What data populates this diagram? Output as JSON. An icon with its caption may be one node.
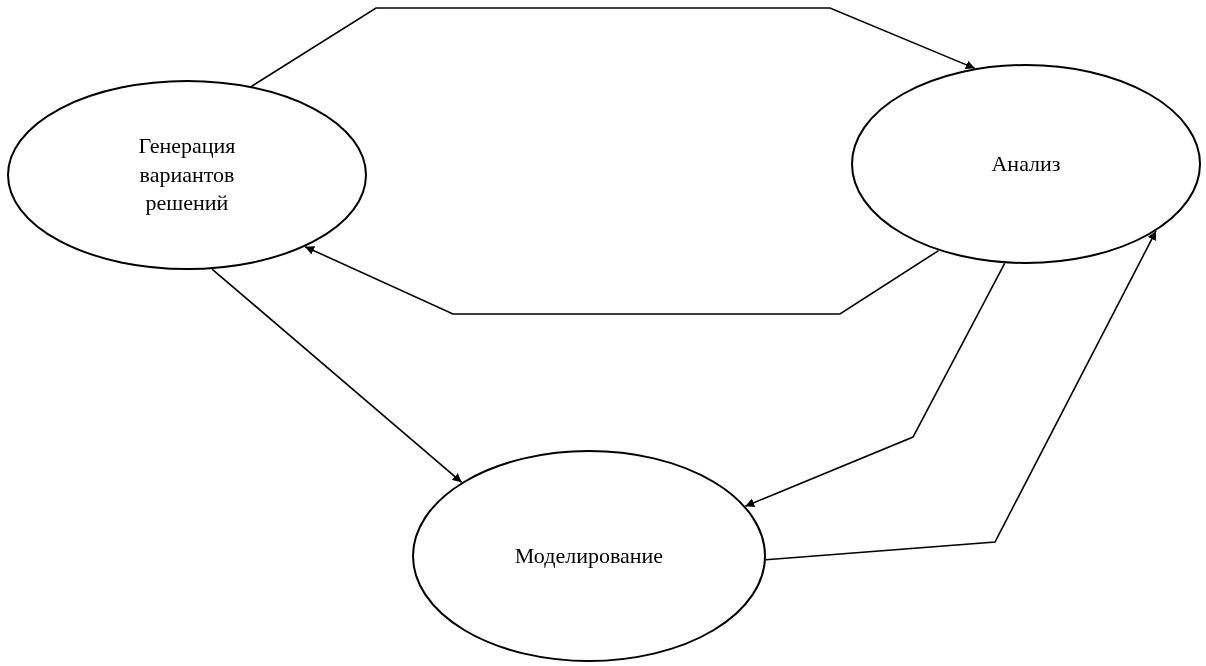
{
  "diagram": {
    "nodes": [
      {
        "text": [
          "Генерация вариантов решений"
        ]
      },
      {
        "text": [
          "Анализ"
        ]
      },
      {
        "text": [
          "Моделирование"
        ]
      }
    ],
    "edges": [
      {
        "from": 0,
        "to": 1,
        "arrow": "to"
      },
      {
        "from": 1,
        "to": 0,
        "arrow": "to"
      },
      {
        "from": 0,
        "to": 2,
        "arrow": "to"
      },
      {
        "from": 1,
        "to": 2,
        "arrow": "to"
      },
      {
        "from": 2,
        "to": 1,
        "arrow": "to"
      }
    ]
  }
}
